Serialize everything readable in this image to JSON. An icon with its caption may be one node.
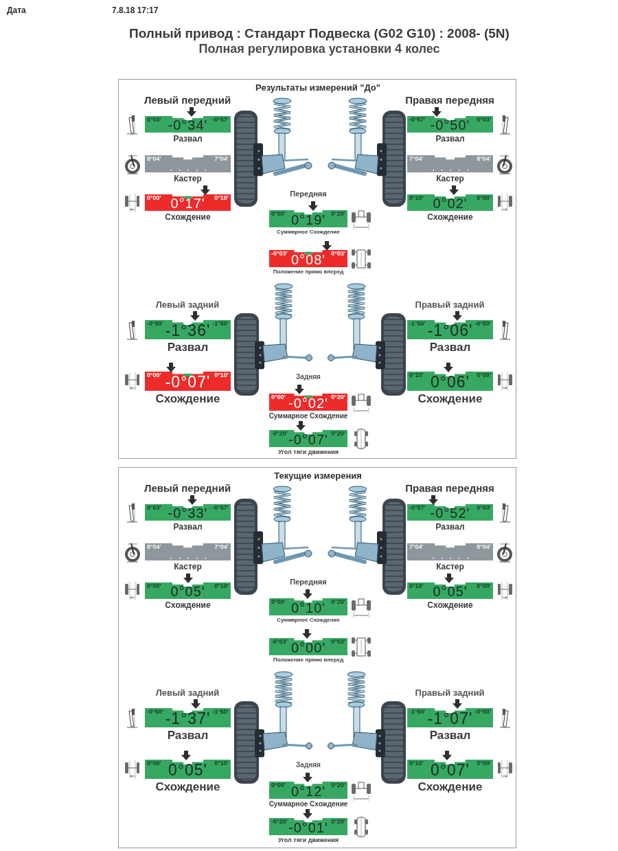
{
  "diagram": {
    "title": "Полный привод : Стандарт Подвеска (G02 G10) : 2008- (5N)",
    "nodes": [
      {
        "text": [
          "Результаты измерений \"До\""
        ]
      },
      {
        "text": [
          "0°03'",
          "-0°57'",
          "-0°34'"
        ],
        "beside": [
          "Развал"
        ],
        "in": 0
      },
      {
        "text": [
          "8°04'",
          "7°04'"
        ],
        "beside": [
          "Кастер"
        ],
        "in": 0
      },
      {
        "text": [
          "0°00'",
          "0°10'",
          "0°17'"
        ],
        "beside": [
          "Схождение"
        ],
        "in": 0
      },
      {
        "text": [
          "-0°57'",
          "0°03'",
          "-0°50'"
        ],
        "beside": [
          "Развал"
        ],
        "in": 0
      },
      {
        "text": [
          "7°04'",
          "8°04'"
        ],
        "beside": [
          "Кастер"
        ],
        "in": 0
      },
      {
        "text": [
          "0°10'",
          "0°00'",
          "0°02'"
        ],
        "beside": [
          "Схождение"
        ],
        "in": 0
      },
      {
        "text": [
          "0°00'",
          "0°20'",
          "0°19'"
        ],
        "beside": [
          "Суммарное Схождение"
        ],
        "in": 0
      },
      {
        "text": [
          "-0°03'",
          "0°03'",
          "0°08'"
        ],
        "beside": [
          "Положение прямо вперед"
        ],
        "in": 0
      },
      {
        "text": [
          "-0°50'",
          "-1°50'",
          "-1°36'"
        ],
        "beside": [
          "Развал"
        ],
        "in": 0
      },
      {
        "text": [
          "0°00'",
          "0°10'",
          "-0°07'"
        ],
        "beside": [
          "Схождение"
        ],
        "in": 0
      },
      {
        "text": [
          "-1°50'",
          "-0°50'",
          "-1°06'"
        ],
        "beside": [
          "Развал"
        ],
        "in": 0
      },
      {
        "text": [
          "0°10'",
          "0°00'",
          "0°06'"
        ],
        "beside": [
          "Схождение"
        ],
        "in": 0
      },
      {
        "text": [
          "0°00'",
          "0°20'",
          "-0°02'"
        ],
        "beside": [
          "Суммарное Схождение"
        ],
        "in": 0
      },
      {
        "text": [
          "-0°20'",
          "0°20'",
          "-0°07'"
        ],
        "beside": [
          "Угол тяги движения"
        ],
        "in": 0
      },
      {
        "text": [
          "Текущие измерения"
        ]
      },
      {
        "text": [
          "0°03'",
          "-0°57'",
          "-0°33'"
        ],
        "beside": [
          "Развал"
        ],
        "in": 15
      },
      {
        "text": [
          "8°04'",
          "7°04'"
        ],
        "beside": [
          "Кастер"
        ],
        "in": 15
      },
      {
        "text": [
          "0°00'",
          "0°10'",
          "0°05'"
        ],
        "beside": [
          "Схождение"
        ],
        "in": 15
      },
      {
        "text": [
          "-0°57'",
          "0°03'",
          "-0°52'"
        ],
        "beside": [
          "Развал"
        ],
        "in": 15
      },
      {
        "text": [
          "7°04'",
          "8°04'"
        ],
        "beside": [
          "Кастер"
        ],
        "in": 15
      },
      {
        "text": [
          "0°10'",
          "0°00'",
          "0°05'"
        ],
        "beside": [
          "Схождение"
        ],
        "in": 15
      },
      {
        "text": [
          "0°00'",
          "0°20'",
          "0°10'"
        ],
        "beside": [
          "Суммарное Схождение"
        ],
        "in": 15
      },
      {
        "text": [
          "-0°03'",
          "0°03'",
          "0°00'"
        ],
        "beside": [
          "Положение прямо вперед"
        ],
        "in": 15
      },
      {
        "text": [
          "-0°50'",
          "-1°50'",
          "-1°37'"
        ],
        "beside": [
          "Развал"
        ],
        "in": 15
      },
      {
        "text": [
          "0°00'",
          "0°10'",
          "0°05'"
        ],
        "beside": [
          "Схождение"
        ],
        "in": 15
      },
      {
        "text": [
          "-1°50'",
          "-0°50'",
          "-1°07'"
        ],
        "beside": [
          "Развал"
        ],
        "in": 15
      },
      {
        "text": [
          "0°10'",
          "0°00'",
          "0°07'"
        ],
        "beside": [
          "Схождение"
        ],
        "in": 15
      },
      {
        "text": [
          "0°00'",
          "0°20'",
          "0°12'"
        ],
        "beside": [
          "Суммарное Схождение"
        ],
        "in": 15
      },
      {
        "text": [
          "-0°20'",
          "0°20'",
          "-0°01'"
        ],
        "beside": [
          "Угол тяги движения"
        ],
        "in": 15
      }
    ],
    "labels": [
      "Дата",
      "7.8.18 17:17",
      "Полная регулировка установки 4 колес",
      "Левый передний",
      "Правая передняя",
      "Передняя",
      "Левый задний",
      "Правый задний",
      "Задняя",
      "Левый передний",
      "Правая передняя",
      "Передняя",
      "Левый задний",
      "Правый задний",
      "Задняя"
    ]
  }
}
